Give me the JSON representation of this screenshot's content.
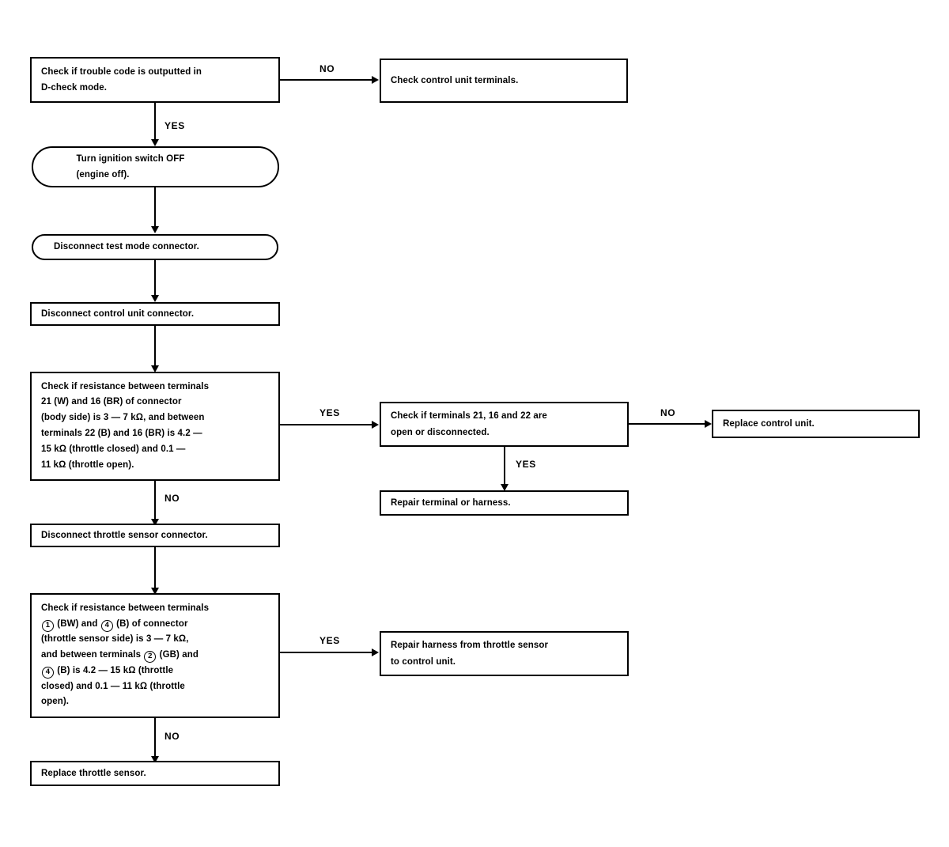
{
  "diagram": {
    "title": "Throttle sensor trouble diagnosis flowchart",
    "line_color": "#000000",
    "background_color": "#ffffff"
  },
  "nodes": {
    "check_trouble_code": {
      "shape": "rectangle",
      "lines": [
        "Check if trouble code is outputted in",
        "D-check mode."
      ]
    },
    "check_control_unit_terminals": {
      "shape": "rectangle",
      "lines": [
        "Check control unit terminals."
      ]
    },
    "turn_ignition_off": {
      "shape": "rounded",
      "lines": [
        "Turn ignition switch OFF",
        "(engine off)."
      ]
    },
    "disconnect_test_mode_connector": {
      "shape": "rounded",
      "lines": [
        "Disconnect test mode connector."
      ]
    },
    "disconnect_control_unit_connector": {
      "shape": "rectangle",
      "lines": [
        "Disconnect control unit connector."
      ]
    },
    "check_resistance_body_side": {
      "shape": "rectangle",
      "lines": [
        "Check if resistance between terminals",
        "21 (W) and 16 (BR) of connector",
        "(body side) is 3 — 7 kΩ, and between",
        "terminals 22 (B) and 16 (BR) is 4.2 —",
        "15 kΩ (throttle closed) and 0.1 —",
        "11 kΩ (throttle open)."
      ]
    },
    "check_terminals_open": {
      "shape": "rectangle",
      "lines": [
        "Check if terminals 21, 16 and 22 are",
        "open or disconnected."
      ]
    },
    "replace_control_unit": {
      "shape": "rectangle",
      "lines": [
        "Replace control unit."
      ]
    },
    "repair_terminal_or_harness": {
      "shape": "rectangle",
      "lines": [
        "Repair terminal or harness."
      ]
    },
    "disconnect_throttle_sensor_connector": {
      "shape": "rectangle",
      "lines": [
        "Disconnect throttle sensor connector."
      ]
    },
    "check_resistance_sensor_side": {
      "shape": "rectangle",
      "lines_rich": [
        "Check if resistance between terminals",
        "① (BW) and ④ (B) of connector",
        "(throttle sensor side) is 3 — 7 kΩ,",
        "and between terminals ② (GB) and",
        "④ (B) is 4.2 — 15 kΩ (throttle",
        "closed) and 0.1 — 11 kΩ (throttle",
        "open)."
      ]
    },
    "repair_harness_throttle_sensor": {
      "shape": "rectangle",
      "lines": [
        "Repair harness from throttle sensor",
        "to control unit."
      ]
    },
    "replace_throttle_sensor": {
      "shape": "rectangle",
      "lines": [
        "Replace throttle sensor."
      ]
    }
  },
  "edge_labels": {
    "no_top": "NO",
    "yes_top": "YES",
    "yes_body_resistance": "YES",
    "no_terminals_open": "NO",
    "yes_terminals_open": "YES",
    "no_body_resistance": "NO",
    "yes_sensor_resistance": "YES",
    "no_sensor_resistance": "NO"
  }
}
